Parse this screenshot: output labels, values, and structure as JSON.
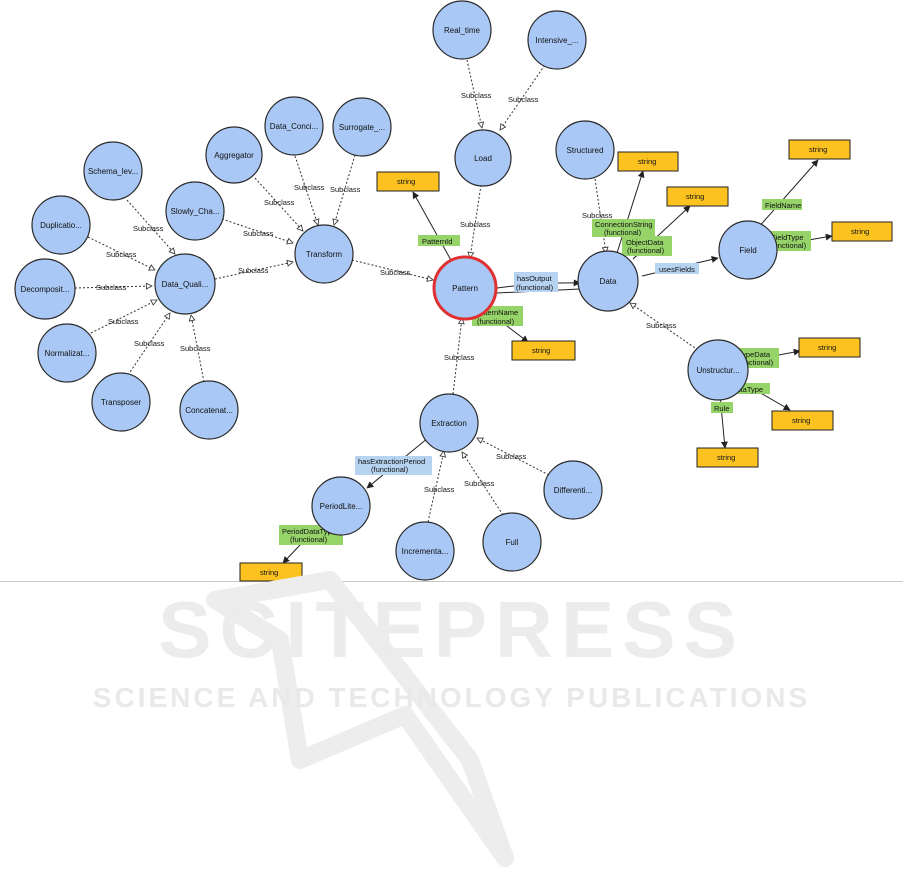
{
  "classes": {
    "pattern": "Pattern",
    "load": "Load",
    "real_time": "Real_time",
    "intensive": "Intensive_...",
    "transform": "Transform",
    "aggregator": "Aggregator",
    "data_conci": "Data_Conci...",
    "surrogate": "Surrogate_...",
    "slowly_cha": "Slowly_Cha...",
    "data_quali": "Data_Quali...",
    "schema_lev": "Schema_lev...",
    "duplicatio": "Duplicatio...",
    "decomposit": "Decomposit...",
    "normalizat": "Normalizat...",
    "transposer": "Transposer",
    "concatenat": "Concatenat...",
    "extraction": "Extraction",
    "periodlite": "PeriodLite...",
    "incrementa": "Incrementa...",
    "full": "Full",
    "differenti": "Differenti...",
    "data": "Data",
    "structured": "Structured",
    "unstructur": "Unstructur...",
    "field": "Field"
  },
  "edges": {
    "subclass": "Subclass",
    "pattern_id": "PatternId",
    "has_output": [
      "hasOutput",
      "(functional)"
    ],
    "pattern_name": [
      "PatternName",
      "(functional)"
    ],
    "connection_string": [
      "ConnectionString",
      "(functional)"
    ],
    "object_data": [
      "ObjectData",
      "(functional)"
    ],
    "uses_fields": "usesFields",
    "field_name": "FieldName",
    "field_type": [
      "FieldType",
      "(functional)"
    ],
    "type_data": [
      "TypeData",
      "(functional)"
    ],
    "data_type": "DataType",
    "rule": "Rule",
    "has_extraction_period": [
      "hasExtractionPeriod",
      "(functional)"
    ],
    "period_data_type": [
      "PeriodDataType",
      "(functional)"
    ]
  },
  "datatype_label": "string",
  "watermark": {
    "title": "SCITEPRESS",
    "subtitle": "SCIENCE AND TECHNOLOGY PUBLICATIONS"
  },
  "colors": {
    "class_fill": "#a9c8f5",
    "class_stroke": "#2a2a2a",
    "selected_stroke": "#e03030",
    "datatype_fill": "#fcc320",
    "object_property_bg": "#b7d3f2",
    "data_property_bg": "#96d46a",
    "edge": "#333333"
  }
}
